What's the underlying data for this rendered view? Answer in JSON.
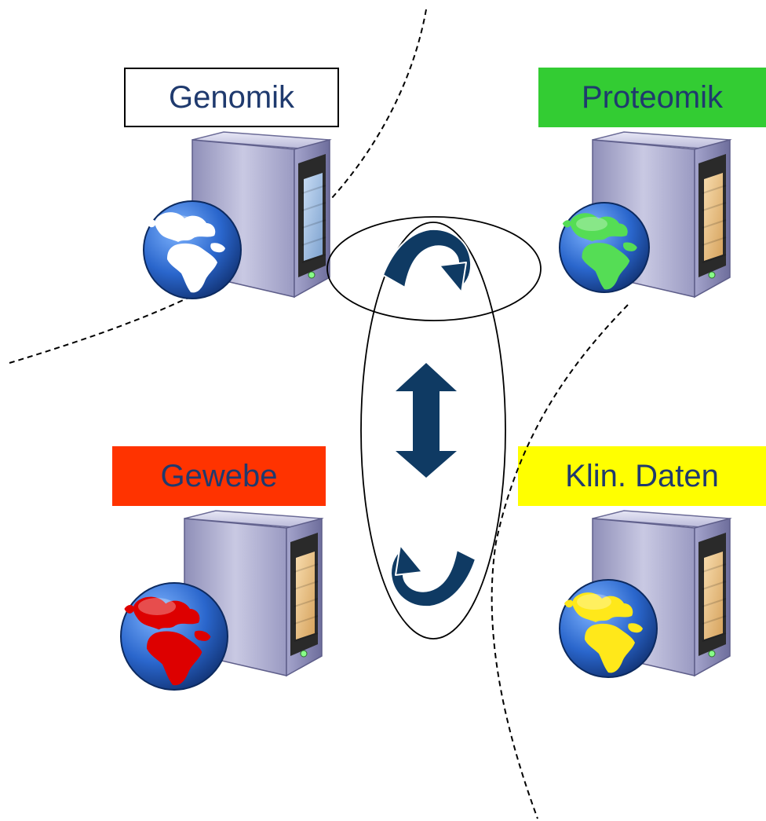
{
  "colors": {
    "label_text": "#1f3a6e",
    "genomik_bg": "#ffffff",
    "proteomik_bg": "#33cc33",
    "gewebe_bg": "#ff3300",
    "klin_bg": "#ffff00",
    "arrow": "#0f3a63",
    "globe_ocean": "#2f6fd0",
    "globe_land_genomik": "#ffffff",
    "globe_land_proteomik": "#55dd55",
    "globe_land_gewebe": "#dd0000",
    "globe_land_klin": "#ffe81a"
  },
  "nodes": {
    "genomik": {
      "label": "Genomik",
      "icon": "server-globe-icon"
    },
    "proteomik": {
      "label": "Proteomik",
      "icon": "server-globe-icon"
    },
    "gewebe": {
      "label": "Gewebe",
      "icon": "server-globe-icon"
    },
    "klin": {
      "label": "Klin. Daten",
      "icon": "server-globe-icon"
    }
  },
  "center": {
    "icons": [
      "curved-arrow-top-icon",
      "double-vertical-arrow-icon",
      "curved-arrow-bottom-icon"
    ]
  }
}
